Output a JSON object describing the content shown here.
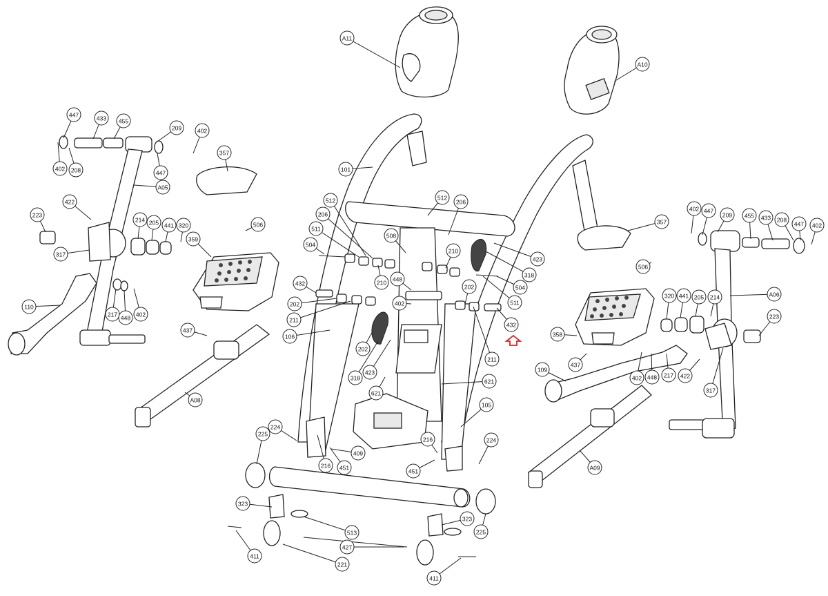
{
  "callouts": [
    {
      "id": "A11",
      "text": "A11"
    },
    {
      "id": "A10",
      "text": "A10"
    },
    {
      "id": "447-l",
      "text": "447"
    },
    {
      "id": "433-l",
      "text": "433"
    },
    {
      "id": "455-l",
      "text": "455"
    },
    {
      "id": "209-l",
      "text": "209"
    },
    {
      "id": "402-l1",
      "text": "402"
    },
    {
      "id": "402-l2",
      "text": "402"
    },
    {
      "id": "208-l",
      "text": "208"
    },
    {
      "id": "447-l2",
      "text": "447"
    },
    {
      "id": "A05",
      "text": "A05"
    },
    {
      "id": "357-l",
      "text": "357"
    },
    {
      "id": "101",
      "text": "101"
    },
    {
      "id": "223-l",
      "text": "223"
    },
    {
      "id": "422-l",
      "text": "422"
    },
    {
      "id": "317-l",
      "text": "317"
    },
    {
      "id": "214-l",
      "text": "214"
    },
    {
      "id": "205-l",
      "text": "205"
    },
    {
      "id": "441-l",
      "text": "441"
    },
    {
      "id": "320-l",
      "text": "320"
    },
    {
      "id": "506-l",
      "text": "506"
    },
    {
      "id": "359",
      "text": "359"
    },
    {
      "id": "110",
      "text": "110"
    },
    {
      "id": "217-l",
      "text": "217"
    },
    {
      "id": "448-l",
      "text": "448"
    },
    {
      "id": "402-l3",
      "text": "402"
    },
    {
      "id": "437-l",
      "text": "437"
    },
    {
      "id": "A08",
      "text": "A08"
    },
    {
      "id": "512-l",
      "text": "512"
    },
    {
      "id": "206-l",
      "text": "206"
    },
    {
      "id": "511-l",
      "text": "511"
    },
    {
      "id": "504-l",
      "text": "504"
    },
    {
      "id": "508",
      "text": "508"
    },
    {
      "id": "210-l",
      "text": "210"
    },
    {
      "id": "448-c",
      "text": "448"
    },
    {
      "id": "432-l",
      "text": "432"
    },
    {
      "id": "202-l",
      "text": "202"
    },
    {
      "id": "211-l",
      "text": "211"
    },
    {
      "id": "106",
      "text": "106"
    },
    {
      "id": "202-c",
      "text": "202"
    },
    {
      "id": "423-l",
      "text": "423"
    },
    {
      "id": "318-l",
      "text": "318"
    },
    {
      "id": "402-c",
      "text": "402"
    },
    {
      "id": "512-r",
      "text": "512"
    },
    {
      "id": "206-r",
      "text": "206"
    },
    {
      "id": "210-r",
      "text": "210"
    },
    {
      "id": "202-r",
      "text": "202"
    },
    {
      "id": "423-r",
      "text": "423"
    },
    {
      "id": "318-r",
      "text": "318"
    },
    {
      "id": "504-r",
      "text": "504"
    },
    {
      "id": "511-r",
      "text": "511"
    },
    {
      "id": "432-r",
      "text": "432"
    },
    {
      "id": "211-r",
      "text": "211"
    },
    {
      "id": "621-r",
      "text": "621"
    },
    {
      "id": "621-l",
      "text": "621"
    },
    {
      "id": "105",
      "text": "105"
    },
    {
      "id": "225-l",
      "text": "225"
    },
    {
      "id": "224-l",
      "text": "224"
    },
    {
      "id": "216-l",
      "text": "216"
    },
    {
      "id": "451-l",
      "text": "451"
    },
    {
      "id": "409",
      "text": "409"
    },
    {
      "id": "216-r",
      "text": "216"
    },
    {
      "id": "451-r",
      "text": "451"
    },
    {
      "id": "224-r",
      "text": "224"
    },
    {
      "id": "323-l",
      "text": "323"
    },
    {
      "id": "513",
      "text": "513"
    },
    {
      "id": "323-r",
      "text": "323"
    },
    {
      "id": "225-r",
      "text": "225"
    },
    {
      "id": "427",
      "text": "427"
    },
    {
      "id": "411-l",
      "text": "411"
    },
    {
      "id": "221",
      "text": "221"
    },
    {
      "id": "411-r",
      "text": "411"
    },
    {
      "id": "357-r",
      "text": "357"
    },
    {
      "id": "402-r1",
      "text": "402"
    },
    {
      "id": "447-r",
      "text": "447"
    },
    {
      "id": "209-r",
      "text": "209"
    },
    {
      "id": "455-r",
      "text": "455"
    },
    {
      "id": "433-r",
      "text": "433"
    },
    {
      "id": "208-r",
      "text": "208"
    },
    {
      "id": "447-r2",
      "text": "447"
    },
    {
      "id": "402-r2",
      "text": "402"
    },
    {
      "id": "506-r",
      "text": "506"
    },
    {
      "id": "320-r",
      "text": "320"
    },
    {
      "id": "441-r",
      "text": "441"
    },
    {
      "id": "205-r",
      "text": "205"
    },
    {
      "id": "214-r",
      "text": "214"
    },
    {
      "id": "A06",
      "text": "A06"
    },
    {
      "id": "358",
      "text": "358"
    },
    {
      "id": "223-r",
      "text": "223"
    },
    {
      "id": "109",
      "text": "109"
    },
    {
      "id": "437-r",
      "text": "437"
    },
    {
      "id": "402-r3",
      "text": "402"
    },
    {
      "id": "448-r",
      "text": "448"
    },
    {
      "id": "217-r",
      "text": "217"
    },
    {
      "id": "422-r",
      "text": "422"
    },
    {
      "id": "317-r",
      "text": "317"
    },
    {
      "id": "A09",
      "text": "A09"
    }
  ],
  "marker": {
    "name": "front-direction-arrow",
    "color": "#d9262c"
  }
}
